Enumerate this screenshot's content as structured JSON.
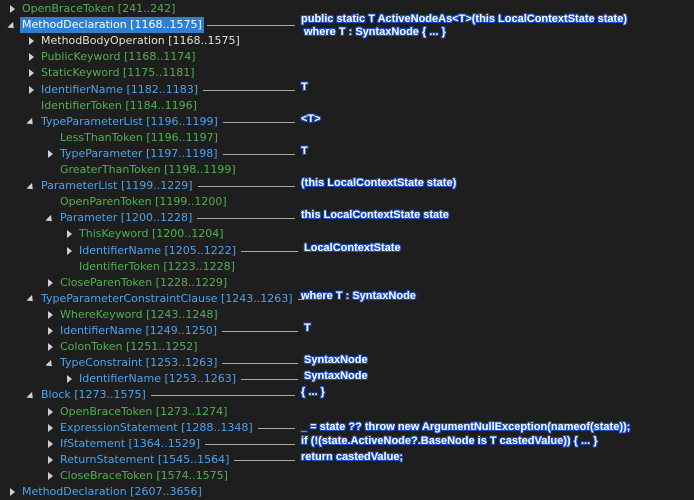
{
  "colors": {
    "background": "#1e1e1e",
    "node": "#4aa3f0",
    "token": "#4fb050",
    "trivia": "#e0e0e0",
    "selected": "#2f7fd6",
    "annotation_outline": "#1a4fd0"
  },
  "tree": [
    {
      "label": "OpenBraceToken [241..242]",
      "kind": "token",
      "expander": "collapsed"
    },
    {
      "label": "MethodDeclaration [1168..1575]",
      "kind": "node",
      "expander": "expanded",
      "selected": true
    },
    {
      "label": "MethodBodyOperation [1168..1575]",
      "kind": "trivia",
      "expander": "collapsed"
    },
    {
      "label": "PublicKeyword [1168..1174]",
      "kind": "token",
      "expander": "collapsed"
    },
    {
      "label": "StaticKeyword [1175..1181]",
      "kind": "token",
      "expander": "collapsed"
    },
    {
      "label": "IdentifierName [1182..1183]",
      "kind": "node",
      "expander": "collapsed"
    },
    {
      "label": "IdentifierToken [1184..1196]",
      "kind": "token",
      "expander": "none"
    },
    {
      "label": "TypeParameterList [1196..1199]",
      "kind": "node",
      "expander": "expanded"
    },
    {
      "label": "LessThanToken [1196..1197]",
      "kind": "token",
      "expander": "none"
    },
    {
      "label": "TypeParameter [1197..1198]",
      "kind": "node",
      "expander": "collapsed"
    },
    {
      "label": "GreaterThanToken [1198..1199]",
      "kind": "token",
      "expander": "none"
    },
    {
      "label": "ParameterList [1199..1229]",
      "kind": "node",
      "expander": "expanded"
    },
    {
      "label": "OpenParenToken [1199..1200]",
      "kind": "token",
      "expander": "none"
    },
    {
      "label": "Parameter [1200..1228]",
      "kind": "node",
      "expander": "expanded"
    },
    {
      "label": "ThisKeyword [1200..1204]",
      "kind": "token",
      "expander": "collapsed"
    },
    {
      "label": "IdentifierName [1205..1222]",
      "kind": "node",
      "expander": "collapsed"
    },
    {
      "label": "IdentifierToken [1223..1228]",
      "kind": "token",
      "expander": "none"
    },
    {
      "label": "CloseParenToken [1228..1229]",
      "kind": "token",
      "expander": "collapsed"
    },
    {
      "label": "TypeParameterConstraintClause [1243..1263]",
      "kind": "node",
      "expander": "expanded"
    },
    {
      "label": "WhereKeyword [1243..1248]",
      "kind": "token",
      "expander": "collapsed"
    },
    {
      "label": "IdentifierName [1249..1250]",
      "kind": "node",
      "expander": "collapsed"
    },
    {
      "label": "ColonToken [1251..1252]",
      "kind": "token",
      "expander": "collapsed"
    },
    {
      "label": "TypeConstraint [1253..1263]",
      "kind": "node",
      "expander": "expanded"
    },
    {
      "label": "IdentifierName [1253..1263]",
      "kind": "node",
      "expander": "collapsed"
    },
    {
      "label": "Block [1273..1575]",
      "kind": "node",
      "expander": "expanded"
    },
    {
      "label": "OpenBraceToken [1273..1274]",
      "kind": "token",
      "expander": "collapsed"
    },
    {
      "label": "ExpressionStatement [1288..1348]",
      "kind": "node",
      "expander": "collapsed"
    },
    {
      "label": "IfStatement [1364..1529]",
      "kind": "node",
      "expander": "collapsed"
    },
    {
      "label": "ReturnStatement [1545..1564]",
      "kind": "node",
      "expander": "collapsed"
    },
    {
      "label": "CloseBraceToken [1574..1575]",
      "kind": "token",
      "expander": "collapsed"
    },
    {
      "label": "MethodDeclaration [2607..3656]",
      "kind": "node",
      "expander": "collapsed"
    }
  ],
  "annotations": [
    "public static T ActiveNodeAs<T>(this LocalContextState state)",
    "where T : SyntaxNode { ... }",
    "T",
    "<T>",
    "T",
    "(this LocalContextState state)",
    "this LocalContextState state",
    "LocalContextState",
    "where T : SyntaxNode",
    "T",
    "SyntaxNode",
    "SyntaxNode",
    "{ ... }",
    "_ = state ?? throw new ArgumentNullException(nameof(state));",
    "if (!(state.ActiveNode?.BaseNode is T castedValue)) { ... }",
    "return castedValue;"
  ]
}
